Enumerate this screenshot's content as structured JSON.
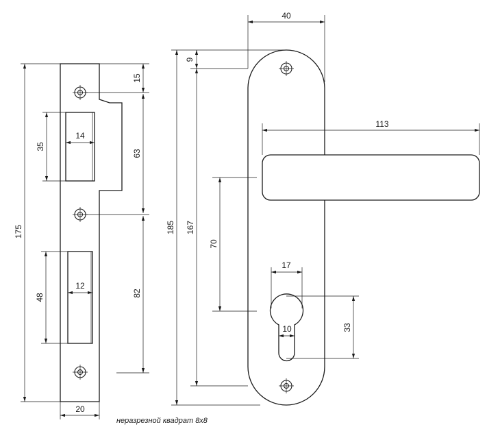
{
  "strike_plate": {
    "dims": {
      "total_height": "175",
      "width": "20",
      "top_hole_offset": "15",
      "hole_spacing_upper": "63",
      "hole_spacing_lower": "82",
      "upper_slot_height": "35",
      "upper_slot_width": "14",
      "lower_slot_height": "48",
      "lower_slot_width": "12"
    }
  },
  "handle_plate": {
    "dims": {
      "plate_width": "40",
      "top_hole_offset": "9",
      "total_height": "185",
      "hole_spacing": "167",
      "lever_length": "113",
      "handle_to_cylinder": "70",
      "cylinder_width": "17",
      "cylinder_height": "33",
      "cylinder_slot_width": "10"
    }
  },
  "note": "неразрезной квадрат 8х8"
}
